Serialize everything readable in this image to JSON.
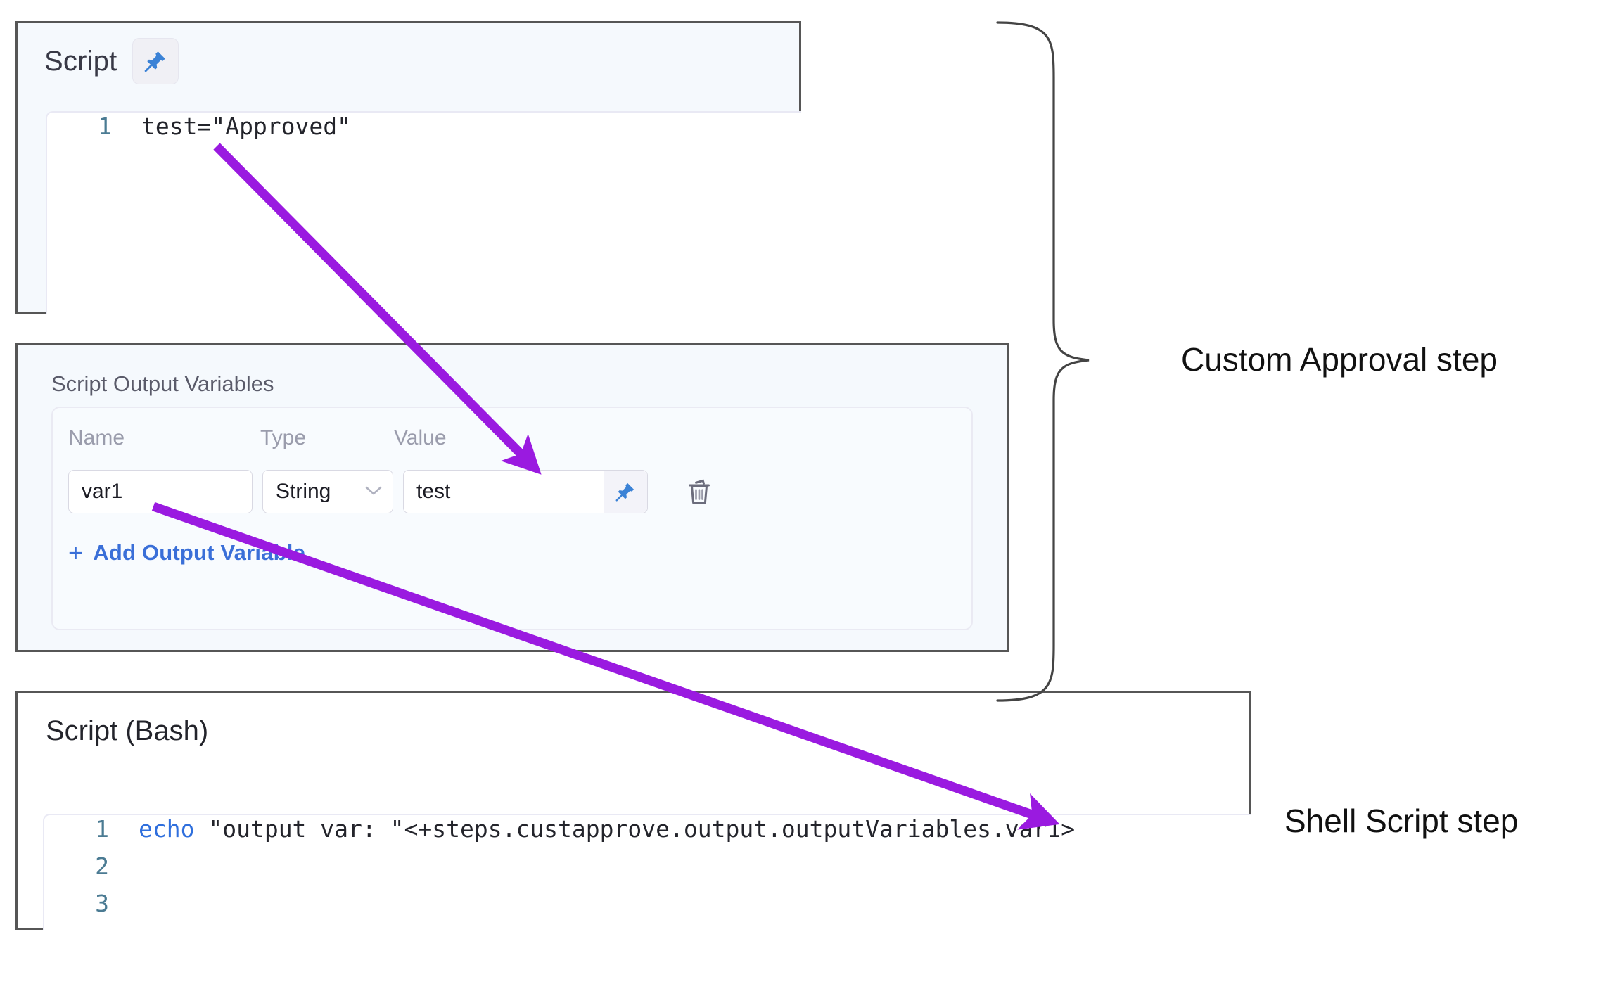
{
  "script_panel": {
    "title": "Script",
    "pin_icon": "pushpin-icon",
    "code": {
      "lines": [
        {
          "number": "1",
          "text": "test=\"Approved\""
        }
      ]
    }
  },
  "output_variables_panel": {
    "title": "Script Output Variables",
    "columns": [
      "Name",
      "Type",
      "Value"
    ],
    "rows": [
      {
        "name": "var1",
        "type": "String",
        "value": "test",
        "pin_icon": "pushpin-icon",
        "delete_icon": "trash-icon",
        "chevron_icon": "chevron-down-icon"
      }
    ],
    "add_link": {
      "plus": "+",
      "label": "Add Output Variable"
    }
  },
  "bash_panel": {
    "title": "Script (Bash)",
    "code": {
      "lines": [
        {
          "number": "1",
          "keyword": "echo",
          "rest": " \"output var: \"<+steps.custapprove.output.outputVariables.var1>"
        },
        {
          "number": "2",
          "keyword": "",
          "rest": ""
        },
        {
          "number": "3",
          "keyword": "",
          "rest": ""
        }
      ]
    }
  },
  "annotations": {
    "brace_label": "Custom Approval step",
    "shell_label": "Shell Script step",
    "arrow_color": "#9a1ae0",
    "brace_color": "#444444"
  },
  "colors": {
    "panel_border": "#565656",
    "panel_bg_blue": "#f5f9fd",
    "link_blue": "#3a6fd8",
    "pin_blue": "#3b82d6",
    "line_number": "#4b7b93"
  }
}
